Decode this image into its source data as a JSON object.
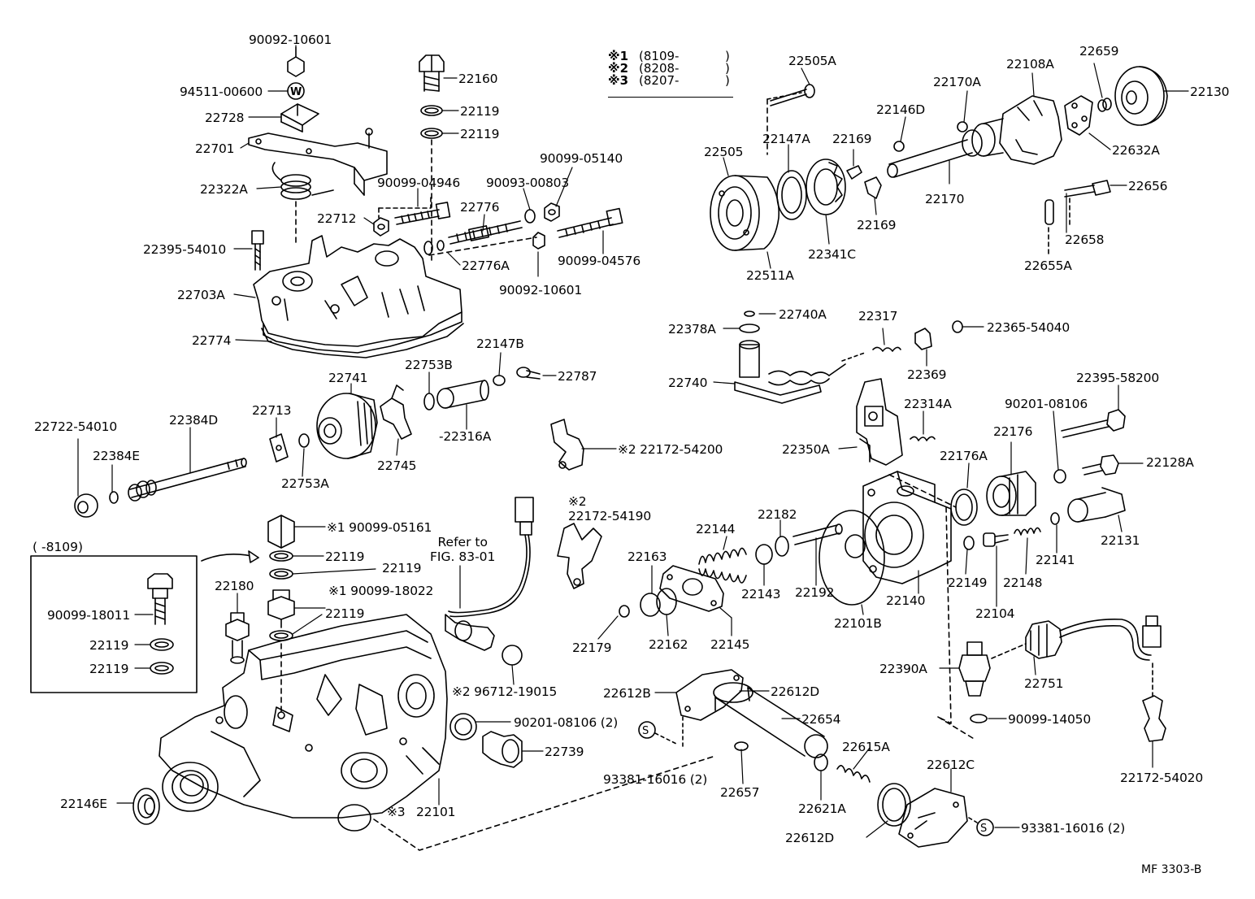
{
  "legend": [
    {
      "mark": "※1",
      "text": "(8109-",
      "close": ")"
    },
    {
      "mark": "※2",
      "text": "(8208-",
      "close": ")"
    },
    {
      "mark": "※3",
      "text": "(8207-",
      "close": ")"
    }
  ],
  "inset_title": "(      -8109)",
  "refer_note": {
    "line1": "Refer to",
    "line2": "FIG. 83-01"
  },
  "footer_code": "MF  3303-B",
  "labels": {
    "p90092_10601_top": "90092-10601",
    "p94511_00600": "94511-00600",
    "p22728": "22728",
    "p22701": "22701",
    "p22322A": "22322A",
    "p22395_54010": "22395-54010",
    "p22703A": "22703A",
    "p22774": "22774",
    "p22160": "22160",
    "p22119_a": "22119",
    "p22119_b": "22119",
    "p90099_04946": "90099-04946",
    "p90093_00803": "90093-00803",
    "p90099_05140": "90099-05140",
    "p22712": "22712",
    "p22776": "22776",
    "p22776A": "22776A",
    "p90099_04576": "90099-04576",
    "p90092_10601_mid": "90092-10601",
    "p22741": "22741",
    "p22753B": "22753B",
    "p22147B": "22147B",
    "p22787": "22787",
    "p22316A": "-22316A",
    "p22722_54010": "22722-54010",
    "p22384D": "22384D",
    "p22713": "22713",
    "p22384E": "22384E",
    "p22753A": "22753A",
    "p22745": "22745",
    "p22172_54200": "※2  22172-54200",
    "p22172_54190_mark": "※2",
    "p22172_54190": "22172-54190",
    "p90099_05161": "※1 90099-05161",
    "p22119_c": "22119",
    "p22119_d": "22119",
    "p90099_18022": "※1 90099-18022",
    "p22119_e": "22119",
    "p90099_18011": "90099-18011",
    "p22119_f": "22119",
    "p22119_g": "22119",
    "p22180": "22180",
    "p96712_19015": "※2 96712-19015",
    "p90201_08106_low": "90201-08106 (2)",
    "p22739": "22739",
    "p22146E": "22146E",
    "p22101": "22101",
    "p22101_mark": "※3",
    "p22505A": "22505A",
    "p22170A": "22170A",
    "p22108A": "22108A",
    "p22659": "22659",
    "p22130": "22130",
    "p22146D": "22146D",
    "p22505": "22505",
    "p22147A": "22147A",
    "p22169_a": "22169",
    "p22170": "22170",
    "p22632A": "22632A",
    "p22169_b": "22169",
    "p22341C": "22341C",
    "p22511A": "22511A",
    "p22656": "22656",
    "p22658": "22658",
    "p22655A": "22655A",
    "p22740A": "22740A",
    "p22378A": "22378A",
    "p22317": "22317",
    "p22365_54040": "22365-54040",
    "p22740": "22740",
    "p22369": "22369",
    "p22395_58200": "22395-58200",
    "p22314A": "22314A",
    "p90201_08106_up": "90201-08106",
    "p22350A": "22350A",
    "p22176": "22176",
    "p22176A": "22176A",
    "p22128A": "22128A",
    "p22144": "22144",
    "p22182": "22182",
    "p22163": "22163",
    "p22143": "22143",
    "p22192": "22192",
    "p22131": "22131",
    "p22141": "22141",
    "p22148": "22148",
    "p22149": "22149",
    "p22104": "22104",
    "p22140": "22140",
    "p22101B": "22101B",
    "p22179": "22179",
    "p22162": "22162",
    "p22145": "22145",
    "p22390A": "22390A",
    "p22751": "22751",
    "p90099_14050": "90099-14050",
    "p22612B": "22612B",
    "p22612D_up": "22612D",
    "p22654": "22654",
    "p93381_16016_left": "93381-16016 (2)",
    "p22657": "22657",
    "p22615A": "22615A",
    "p22621A": "22621A",
    "p22612C": "22612C",
    "p22612D_low": "22612D",
    "p93381_16016_right": "93381-16016 (2)",
    "p22172_54020": "22172-54020"
  }
}
